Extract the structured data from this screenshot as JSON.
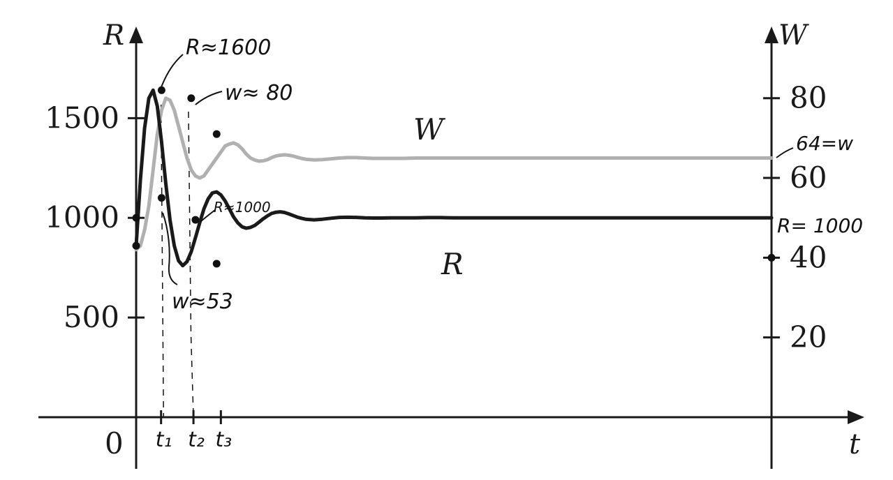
{
  "chart_data": {
    "type": "line",
    "x": [
      0,
      0.17,
      0.34,
      0.51,
      0.68,
      0.85,
      1.02,
      1.19,
      1.36,
      1.53,
      1.7,
      1.87,
      2.04,
      2.21,
      2.38,
      2.55,
      2.72,
      2.89,
      3.06,
      3.23,
      3.4,
      3.57,
      3.74,
      3.91,
      4.08,
      4.25,
      4.42,
      4.59,
      4.76,
      4.93,
      5.1,
      5.27,
      5.44,
      5.61,
      5.78,
      5.95,
      6.12,
      6.29,
      6.46,
      6.63,
      6.8,
      7.14,
      7.48,
      7.82,
      8.16,
      8.5,
      8.84,
      9.18,
      9.52,
      9.86,
      10.2,
      10.71,
      11.22,
      11.73,
      12.24,
      12.75,
      13.26,
      13.77,
      14.28,
      14.79,
      15.3,
      15.81,
      16.32,
      16.83,
      17.34,
      17.85,
      18.36,
      18.87,
      19.38,
      19.89,
      20.4,
      20.91,
      21.42,
      21.93,
      22.44,
      22.95,
      23.46,
      23.97,
      24.48,
      24.99,
      25.5
    ],
    "series": [
      {
        "name": "R",
        "color": "#1a1a1a",
        "values": [
          860,
          1190,
          1450,
          1600,
          1640,
          1560,
          1380,
          1170,
          990,
          860,
          785,
          760,
          780,
          830,
          900,
          975,
          1045,
          1095,
          1125,
          1130,
          1115,
          1085,
          1045,
          1005,
          975,
          955,
          948,
          952,
          962,
          978,
          995,
          1010,
          1022,
          1028,
          1030,
          1027,
          1020,
          1012,
          1004,
          998,
          993,
          990,
          993,
          998,
          1002,
          1003,
          1002,
          1000,
          999,
          999,
          1000,
          1000,
          1000,
          1001,
          1001,
          1000,
          1000,
          1000,
          1000,
          1000,
          1000,
          1000,
          1000,
          1000,
          1000,
          1000,
          1000,
          1000,
          1000,
          1000,
          1000,
          1000,
          1000,
          1000,
          1000,
          1000,
          1000,
          1000,
          1000,
          1000,
          1000
        ]
      },
      {
        "name": "W",
        "color": "#b0b0b0",
        "values": [
          42,
          43,
          47,
          53,
          62,
          71,
          77,
          80,
          79.5,
          77,
          73,
          69,
          65,
          62,
          60.5,
          60,
          60.5,
          62,
          63.5,
          65,
          66.5,
          68,
          68.5,
          68.8,
          68.3,
          67.3,
          66,
          65,
          64.5,
          64.2,
          64.3,
          64.6,
          65.1,
          65.5,
          65.7,
          65.8,
          65.7,
          65.5,
          65.2,
          64.9,
          64.7,
          64.5,
          64.6,
          64.8,
          65,
          65.1,
          65.1,
          65,
          64.9,
          64.9,
          64.9,
          64.9,
          65,
          65,
          65,
          65,
          65,
          65,
          65,
          65,
          65,
          65,
          65,
          65,
          65,
          65,
          65,
          65,
          65,
          65,
          65,
          65,
          65,
          65,
          65,
          65,
          65,
          65,
          65,
          65,
          65
        ]
      }
    ],
    "xlim": [
      0,
      25.5
    ],
    "ylim_left": [
      0,
      1900
    ],
    "ylim_right": [
      0,
      95
    ],
    "left_ticks": [
      "500",
      "1000",
      "1500"
    ],
    "right_ticks": [
      "20",
      "40",
      "60",
      "80"
    ],
    "left_tick_values": [
      500,
      1000,
      1500
    ],
    "right_tick_values": [
      20,
      40,
      60,
      80
    ],
    "xlabel": "t",
    "ylabel_left": "R",
    "ylabel_right": "W",
    "origin_label": "0",
    "x_tick_labels": [
      "t₁",
      "t₂",
      "t₃"
    ],
    "x_tick_values": [
      1,
      2.3,
      3.4
    ],
    "grid": false,
    "legend": "none",
    "series_labels": {
      "W": "W",
      "R": "R"
    },
    "annotations": {
      "r_peak": "R≈1600",
      "w_peak": "w≈ 80",
      "w_eq": "64=w",
      "r_eq": "R= 1000",
      "r_mid": "R≈1000",
      "w_mid": "w≈53"
    }
  }
}
